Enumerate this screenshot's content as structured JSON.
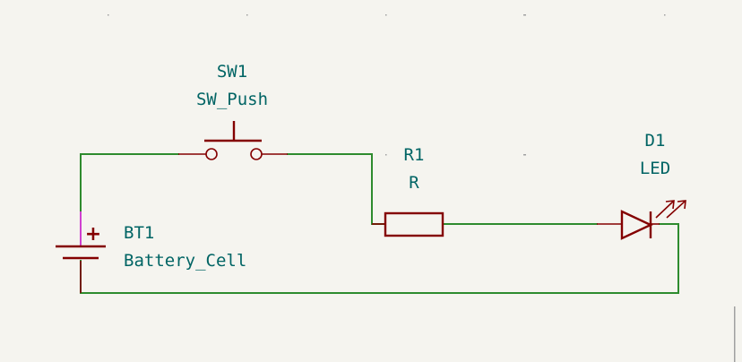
{
  "schematic": {
    "battery": {
      "reference": "BT1",
      "value": "Battery_Cell",
      "polarity_mark": "+"
    },
    "switch": {
      "reference": "SW1",
      "value": "SW_Push"
    },
    "resistor": {
      "reference": "R1",
      "value": "R"
    },
    "led": {
      "reference": "D1",
      "value": "LED"
    }
  },
  "colors": {
    "background": "#f5f4ef",
    "wire": "#2e8b2e",
    "symbol": "#840000",
    "text": "#006464",
    "highlight_pin": "#d040d0"
  }
}
